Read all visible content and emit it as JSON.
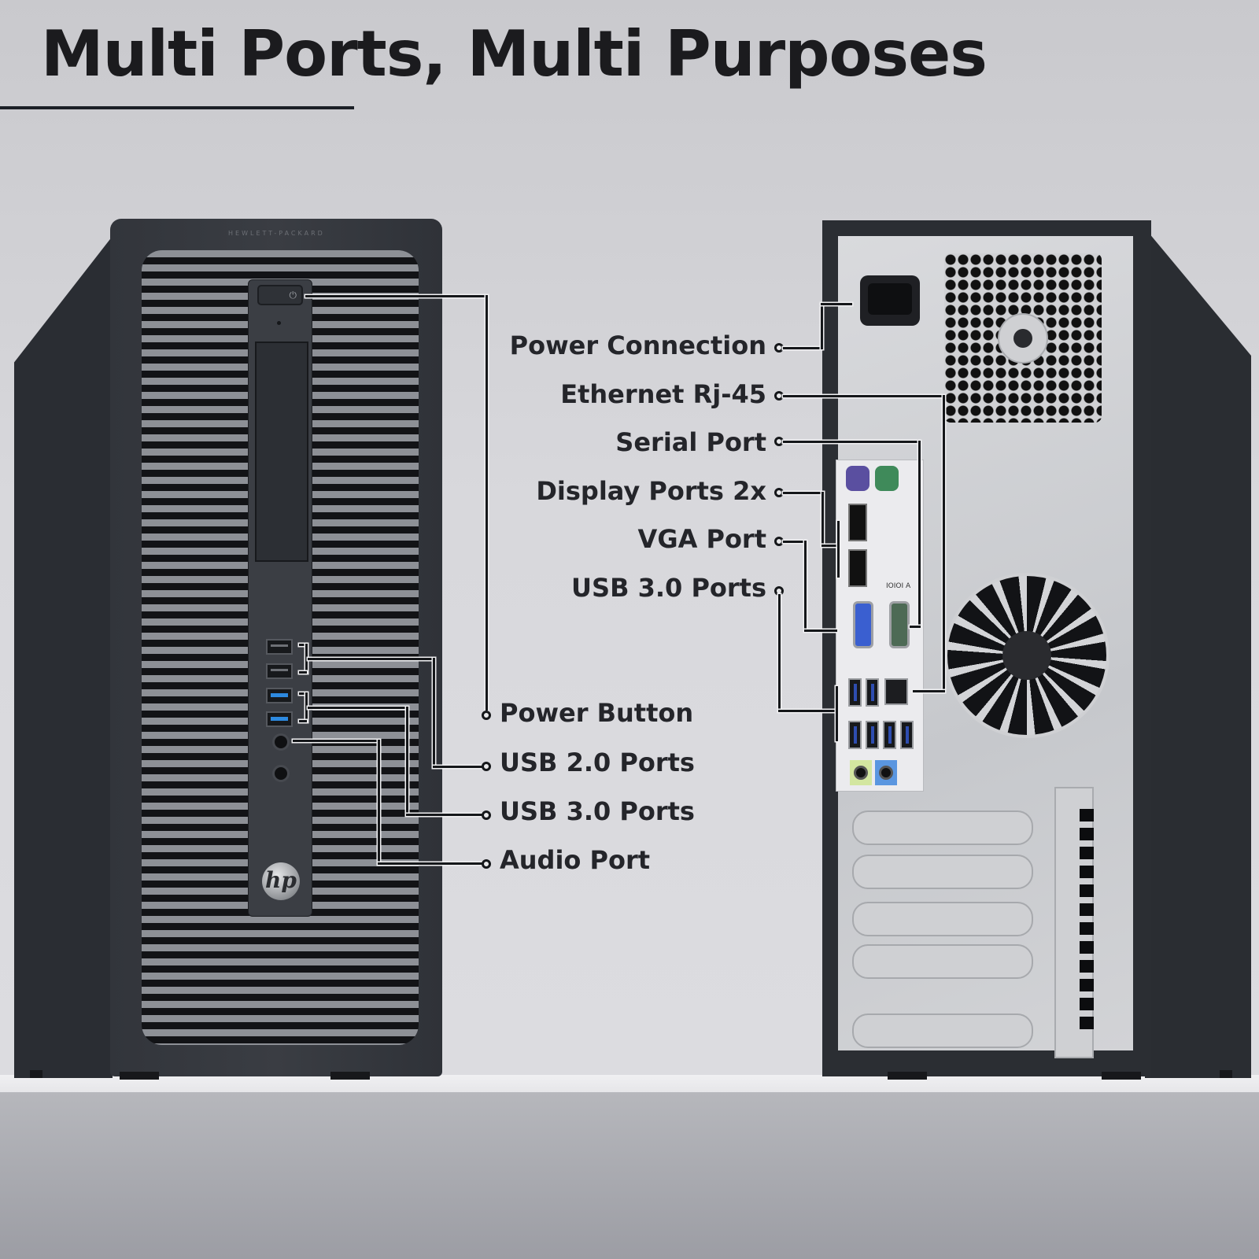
{
  "header": {
    "title": "Multi Ports, Multi Purposes"
  },
  "front_tower": {
    "brand_text": "HEWLETT-PACKARD",
    "power_symbol": "⏻",
    "logo_text": "hp",
    "callouts": [
      {
        "label": "Power Button"
      },
      {
        "label": "USB 2.0 Ports"
      },
      {
        "label": "USB 3.0 Ports"
      },
      {
        "label": "Audio Port"
      }
    ]
  },
  "rear_tower": {
    "serial_port_marking": "IOIOI A",
    "callouts": [
      {
        "label": "Power Connection"
      },
      {
        "label": "Ethernet Rj-45"
      },
      {
        "label": "Serial Port"
      },
      {
        "label": "Display Ports 2x"
      },
      {
        "label": "VGA Port"
      },
      {
        "label": "USB 3.0 Ports"
      }
    ]
  },
  "colors": {
    "text": "#24252a",
    "usb3_blue": "#2d8ae0",
    "ps2_keyboard": "#5a4fa0",
    "ps2_mouse": "#3f8a5a",
    "vga_blue": "#3a5fd0",
    "serial_green": "#4d6a55",
    "audio_line_out": "#d3e6a0",
    "audio_line_in": "#5a96e0"
  }
}
